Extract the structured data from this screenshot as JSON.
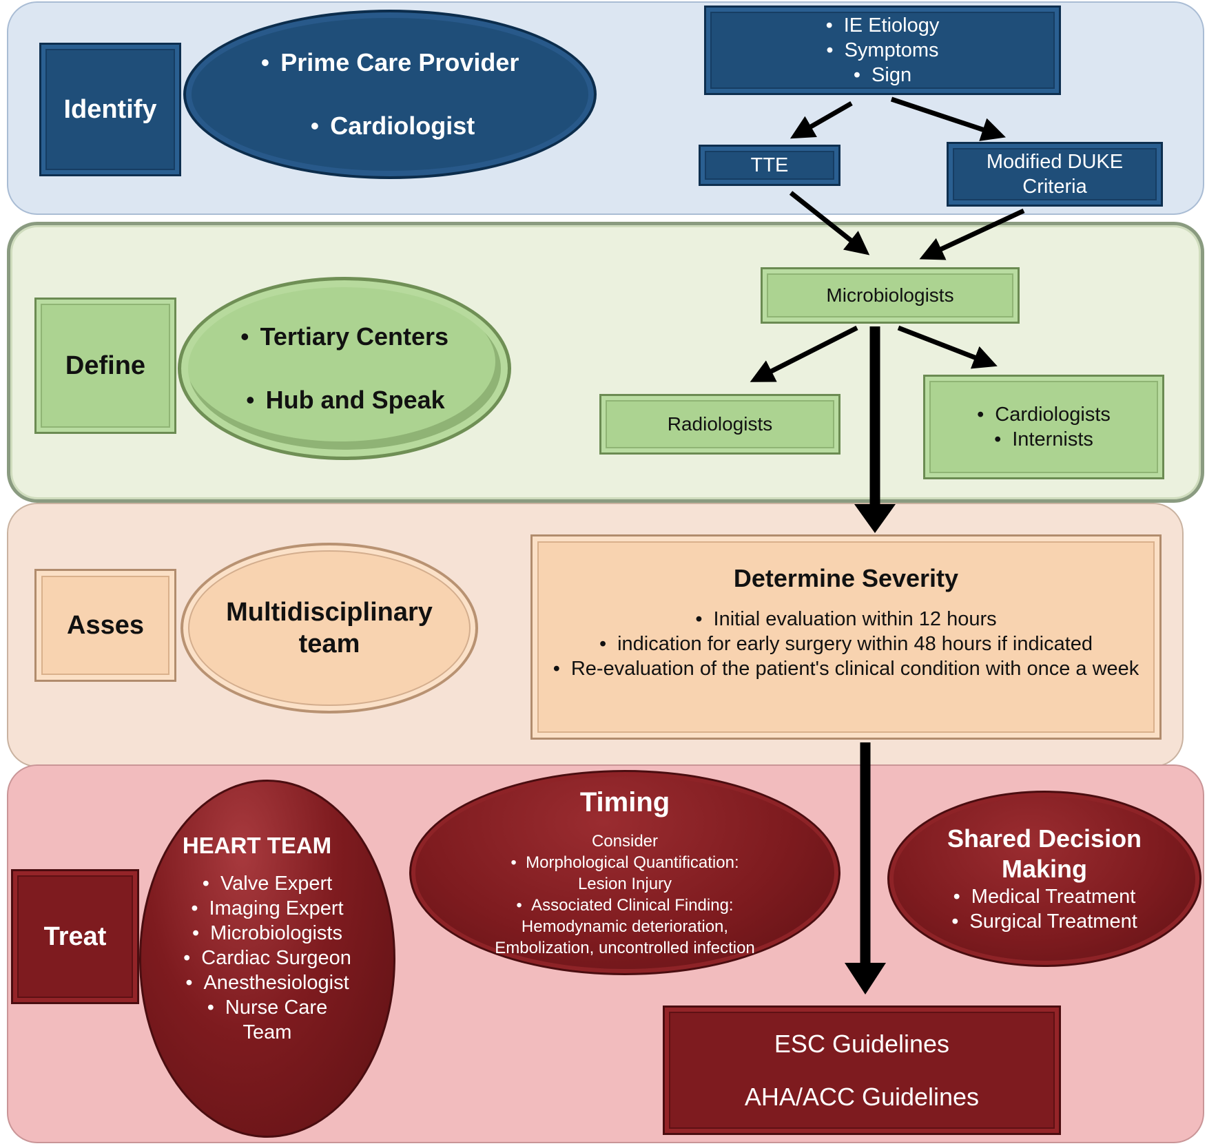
{
  "colors": {
    "identify_band": "#dce6f2",
    "define_band": "#ebf1de",
    "assess_band": "#f6e2d5",
    "treat_band": "#f2bcbe",
    "blue": "#1f4e79",
    "green": "#acd391",
    "peach": "#f8d3b0",
    "red": "#7e1b1f"
  },
  "identify": {
    "label": "Identify",
    "ellipse_items": [
      "Prime Care Provider",
      "Cardiologist"
    ],
    "top_box_items": [
      "IE Etiology",
      "Symptoms",
      "Sign"
    ],
    "tte": "TTE",
    "duke_line1": "Modified DUKE",
    "duke_line2": "Criteria"
  },
  "define": {
    "label": "Define",
    "ellipse_items": [
      "Tertiary Centers",
      "Hub and Speak"
    ],
    "microbiologists": "Microbiologists",
    "radiologists": "Radiologists",
    "right_box_items": [
      "Cardiologists",
      "Internists"
    ]
  },
  "assess": {
    "label": "Asses",
    "ellipse_line1": "Multidisciplinary",
    "ellipse_line2": "team",
    "severity_title": "Determine Severity",
    "severity_items": [
      "Initial evaluation within 12 hours",
      "indication for early surgery within 48 hours if indicated",
      "Re-evaluation of the patient's clinical condition with once a week"
    ]
  },
  "treat": {
    "label": "Treat",
    "heart_team_title": "HEART TEAM",
    "heart_team_items": [
      "Valve Expert",
      "Imaging Expert",
      "Microbiologists",
      "Cardiac Surgeon",
      "Anesthesiologist",
      "Nurse Care"
    ],
    "heart_team_last": "Team",
    "timing_title": "Timing",
    "timing_consider": "Consider",
    "timing_item1": "Morphological Quantification:",
    "timing_item1_sub": "Lesion Injury",
    "timing_item2": "Associated Clinical Finding:",
    "timing_item2_sub1": "Hemodynamic deterioration,",
    "timing_item2_sub2": "Embolization, uncontrolled infection",
    "shared_title1": "Shared Decision",
    "shared_title2": "Making",
    "shared_items": [
      "Medical Treatment",
      "Surgical Treatment"
    ],
    "guideline1": "ESC Guidelines",
    "guideline2": "AHA/ACC Guidelines"
  }
}
